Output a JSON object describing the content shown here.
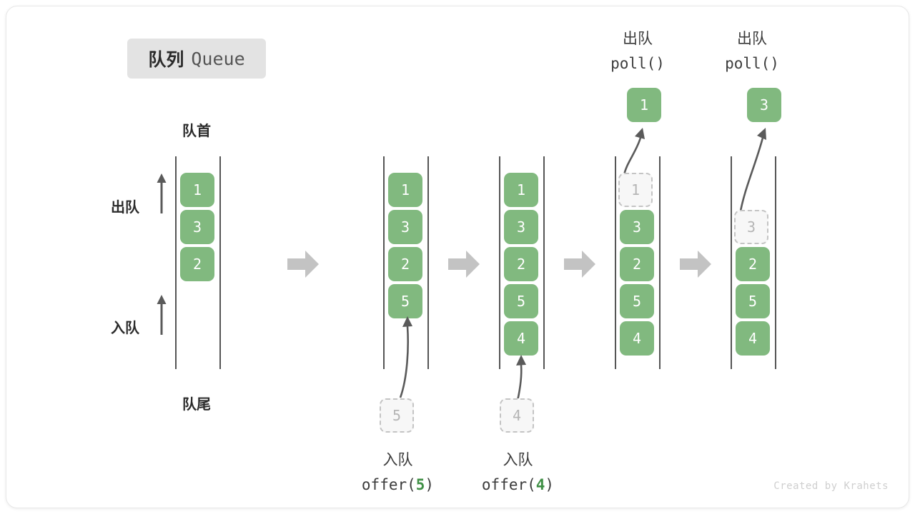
{
  "title": {
    "cn": "队列",
    "en": "Queue"
  },
  "labels": {
    "head": "队首",
    "tail": "队尾",
    "dequeue": "出队",
    "enqueue": "入队"
  },
  "colors": {
    "element_fill": "#81b97f",
    "element_text": "#ffffff",
    "ghost_fill": "#f7f7f7",
    "ghost_border": "#c4c4c4",
    "ghost_text": "#b5b5b5",
    "rail": "#555555",
    "step_arrow": "#c3c3c3",
    "accent_green": "#3f8f45",
    "badge_bg": "#e3e3e3"
  },
  "stages": [
    {
      "id": "initial",
      "elements": [
        "1",
        "3",
        "2"
      ],
      "caption_line1": "",
      "caption_line2": "",
      "top_label_line1": "",
      "top_label_line2": "",
      "ghost_in": null,
      "popped": null
    },
    {
      "id": "offer-5",
      "elements": [
        "1",
        "3",
        "2",
        "5"
      ],
      "caption_line1": "入队",
      "caption_line2": "offer(",
      "caption_arg": "5",
      "caption_line2_end": ")",
      "ghost_in": "5",
      "popped": null
    },
    {
      "id": "offer-4",
      "elements": [
        "1",
        "3",
        "2",
        "5",
        "4"
      ],
      "caption_line1": "入队",
      "caption_line2": "offer(",
      "caption_arg": "4",
      "caption_line2_end": ")",
      "ghost_in": "4",
      "popped": null
    },
    {
      "id": "poll-1",
      "elements": [
        "3",
        "2",
        "5",
        "4"
      ],
      "ghost_out": "1",
      "popped": "1",
      "top_label_line1": "出队",
      "top_label_line2": "poll()"
    },
    {
      "id": "poll-3",
      "elements": [
        "2",
        "5",
        "4"
      ],
      "ghost_out": "3",
      "popped": "3",
      "top_label_line1": "出队",
      "top_label_line2": "poll()"
    }
  ],
  "watermark": "Created by Krahets"
}
